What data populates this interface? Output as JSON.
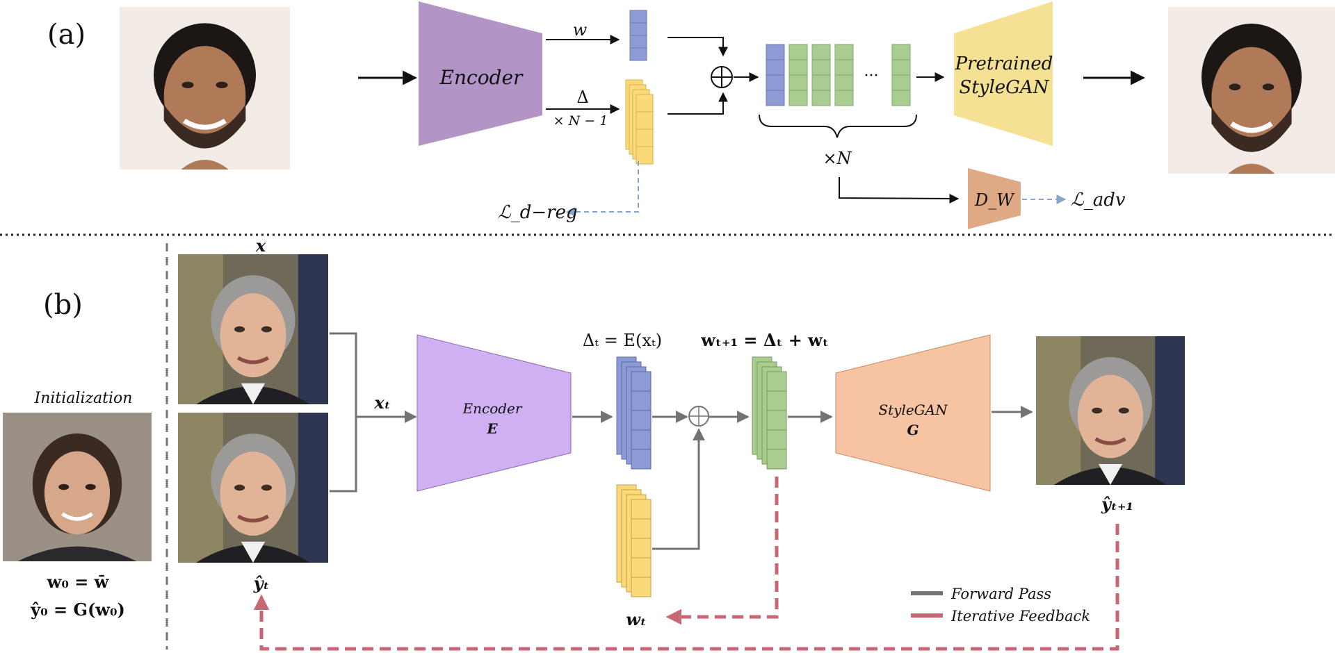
{
  "panel_a": {
    "label": "(a)",
    "encoder": "Encoder",
    "w_label": "w",
    "delta_label": "Δ",
    "times_n_minus_1": "× N − 1",
    "dots": "···",
    "times_n": "×N",
    "generator": "Pretrained StyleGAN",
    "generator_line1": "Pretrained",
    "generator_line2": "StyleGAN",
    "discriminator": "D_W",
    "loss_dreg": "ℒ_d−reg",
    "loss_adv": "ℒ_adv"
  },
  "panel_b": {
    "label": "(b)",
    "initialization": "Initialization",
    "w0_eq": "w₀ = w̄",
    "y0_eq": "ŷ₀ = G(w₀)",
    "x_label": "x",
    "xt_label": "xₜ",
    "yt_label": "ŷₜ",
    "encoder_line1": "Encoder",
    "encoder_line2": "E",
    "delta_eq": "Δₜ = E(xₜ)",
    "w_next_eq": "wₜ₊₁ = Δₜ + wₜ",
    "wt_label": "wₜ",
    "generator_line1": "StyleGAN",
    "generator_line2": "G",
    "y_next_label": "ŷₜ₊₁",
    "legend": [
      {
        "label": "Forward Pass",
        "color": "#737373"
      },
      {
        "label": "Iterative Feedback",
        "color": "#c96874"
      }
    ]
  },
  "colors": {
    "encoder_a": "#b294c7",
    "generator_a": "#f5e194",
    "discriminator": "#dea984",
    "blue_cell": "#8c9bd4",
    "green_cell": "#a9cd90",
    "yellow_cell": "#f9d97a",
    "encoder_b": "#d0b0f2",
    "generator_b": "#f7c4a3",
    "forward": "#737373",
    "feedback": "#c96874",
    "dashed_blue": "#8aa6cc"
  },
  "icons": {
    "face_input_a": "face-photo-icon",
    "face_output_a": "face-photo-icon",
    "face_init": "face-photo-icon",
    "face_x": "face-photo-icon",
    "face_yt": "face-photo-icon",
    "face_y_next": "face-photo-icon",
    "sum": "circle-plus-icon"
  }
}
